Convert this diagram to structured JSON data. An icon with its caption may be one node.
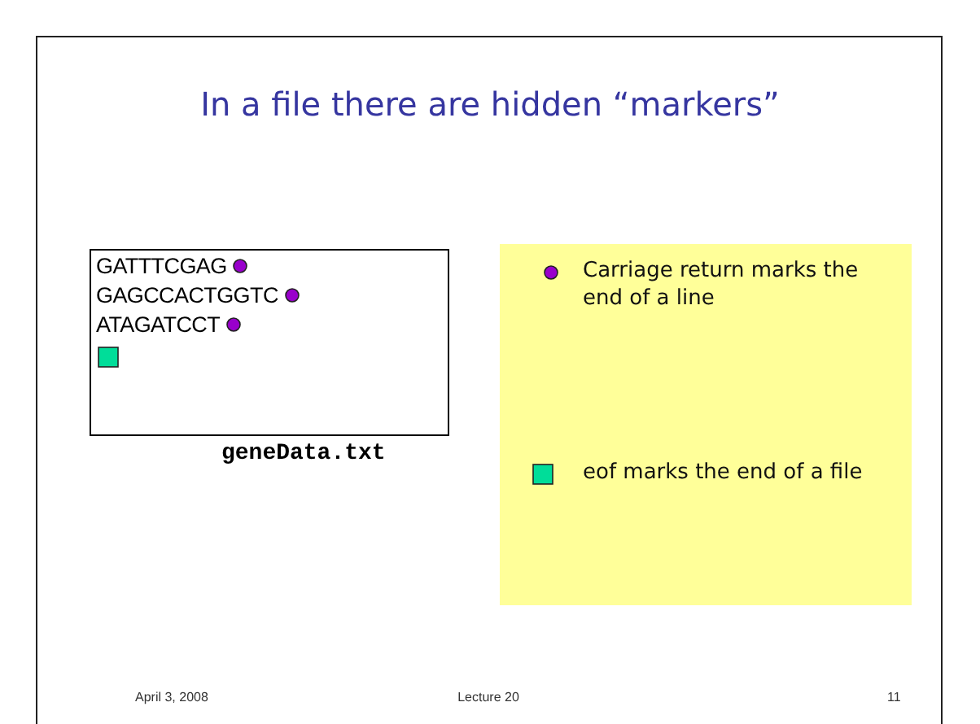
{
  "diagram": {
    "title": "In a file there are hidden “markers”",
    "nodes": [
      {
        "text": [
          "GATTTCGAG",
          "GAGCCACTGGTC",
          "ATAGATCCT"
        ],
        "beside": [
          "geneData.txt"
        ]
      }
    ],
    "labels": [
      "April 3, 2008",
      "Lecture 20",
      "11"
    ],
    "legend": [
      {
        "text": "Carriage return marks the end of a line"
      },
      {
        "text": "eof marks the end of a file"
      }
    ]
  }
}
